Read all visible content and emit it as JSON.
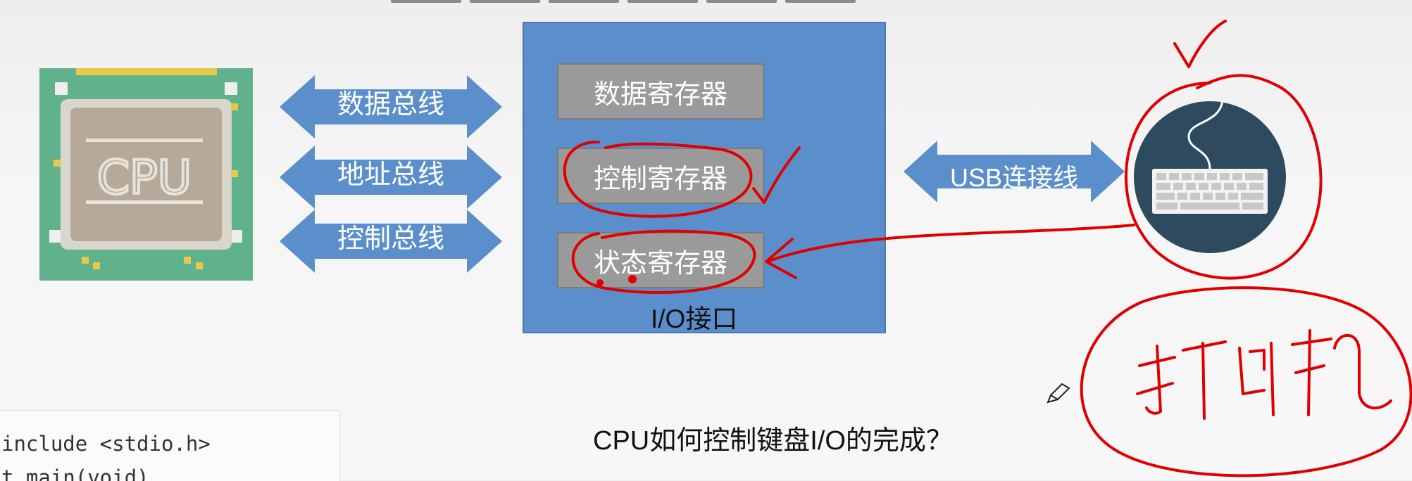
{
  "cpu": {
    "chip_text": "CPU"
  },
  "buses": [
    {
      "label": "数据总线"
    },
    {
      "label": "地址总线"
    },
    {
      "label": "控制总线"
    }
  ],
  "io_interface": {
    "label": "I/O接口",
    "registers": [
      {
        "label": "数据寄存器"
      },
      {
        "label": "控制寄存器"
      },
      {
        "label": "状态寄存器"
      }
    ]
  },
  "usb": {
    "label": "USB连接线"
  },
  "question": "CPU如何控制键盘I/O的完成？",
  "code": {
    "line1": "include <stdio.h>",
    "line2": "t main(void)"
  },
  "colors": {
    "bus_blue": "#5b8fcb",
    "register_gray": "#9a9a9a",
    "annotation_red": "#e00000",
    "keyboard_circle": "#2e4a5e"
  },
  "icons": [
    "cpu-chip-icon",
    "keyboard-icon",
    "pencil-cursor-icon"
  ],
  "handwriting": {
    "printer_note": "打印机"
  }
}
